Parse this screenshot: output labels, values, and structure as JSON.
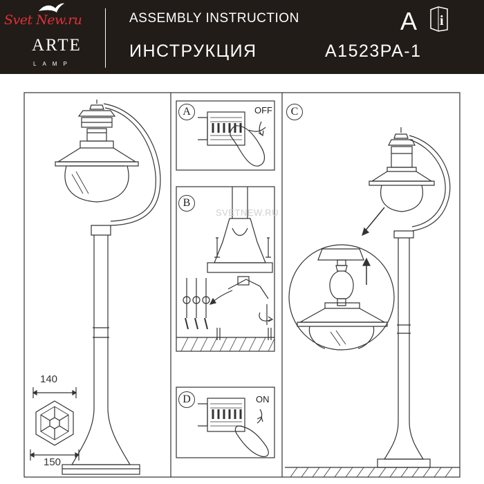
{
  "header": {
    "logo_script": "Svet New.ru",
    "brand": "ARTE",
    "brand_sub": "LAMP",
    "title_en": "ASSEMBLY INSTRUCTION",
    "title_ru": "ИНСТРУКЦИЯ",
    "lang_letter": "A",
    "info_glyph": "i",
    "model": "A1523PA-1"
  },
  "icons": [
    "bird-logo-icon",
    "info-book-icon"
  ],
  "colors": {
    "header_bg": "#211c18",
    "logo_red": "#e0303a",
    "line": "#333333"
  },
  "dimensions": {
    "width": "140",
    "base": "150"
  },
  "steps": {
    "a": {
      "label": "A",
      "switch": "OFF"
    },
    "b": {
      "label": "B"
    },
    "c": {
      "label": "C"
    },
    "d": {
      "label": "D",
      "switch": "ON"
    }
  },
  "watermark": "SVETNEW.RU"
}
